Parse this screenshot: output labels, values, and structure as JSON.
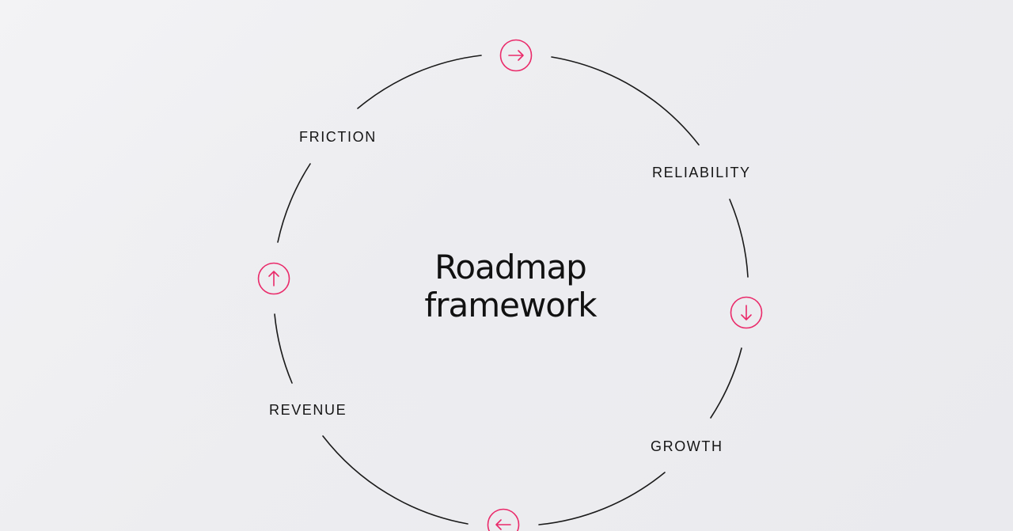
{
  "title": {
    "line1": "Roadmap",
    "line2": "framework"
  },
  "stages": [
    {
      "label": "FRICTION"
    },
    {
      "label": "RELIABILITY"
    },
    {
      "label": "GROWTH"
    },
    {
      "label": "REVENUE"
    }
  ],
  "nodes": [
    {
      "icon": "arrow-right-icon"
    },
    {
      "icon": "arrow-down-icon"
    },
    {
      "icon": "arrow-left-icon"
    },
    {
      "icon": "arrow-up-icon"
    }
  ],
  "colors": {
    "accent": "#ea2a6a",
    "line": "#1a1a1a",
    "text": "#151515",
    "background": "#efeff2"
  }
}
